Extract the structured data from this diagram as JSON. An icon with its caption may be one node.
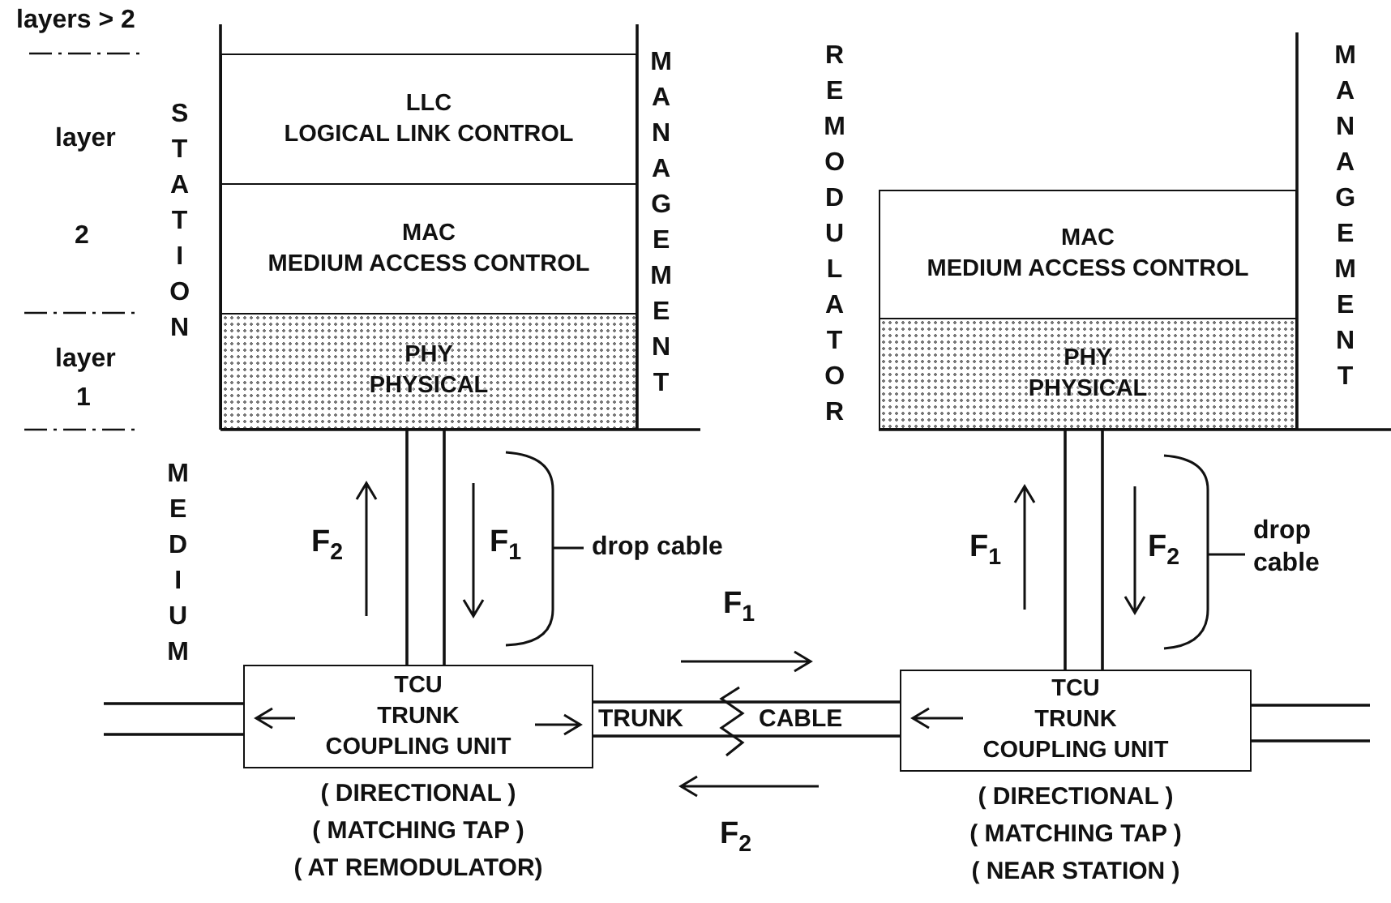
{
  "diagram": {
    "nodes": [
      {
        "text": [
          "LLC",
          "LOGICAL LINK CONTROL"
        ]
      },
      {
        "text": [
          "MAC",
          "MEDIUM ACCESS CONTROL"
        ]
      },
      {
        "text": [
          "PHY",
          "PHYSICAL"
        ]
      },
      {
        "text": [
          "MAC",
          "MEDIUM ACCESS CONTROL"
        ]
      },
      {
        "text": [
          "PHY",
          "PHYSICAL"
        ]
      },
      {
        "text": [
          "TCU",
          "TRUNK",
          "COUPLING UNIT"
        ],
        "beside": [
          "( DIRECTIONAL )",
          "( MATCHING TAP )",
          "( AT REMODULATOR)"
        ]
      },
      {
        "text": [
          "TCU",
          "TRUNK",
          "COUPLING UNIT"
        ],
        "beside": [
          "( DIRECTIONAL )",
          "( MATCHING TAP )",
          "( NEAR STATION )"
        ]
      }
    ],
    "edges": [
      {
        "from": 2,
        "to": 5,
        "arrow": "none"
      },
      {
        "from": 4,
        "to": 6,
        "arrow": "none"
      },
      {
        "from": 5,
        "to": 6,
        "arrow": "none"
      },
      {
        "from": null,
        "to": 5,
        "arrow": "none"
      },
      {
        "from": 6,
        "to": null,
        "arrow": "none"
      }
    ],
    "labels": [
      "layers > 2",
      "layer",
      "2",
      "layer",
      "1",
      "STATION",
      "MANAGEMENT",
      "REMODULATOR",
      "MANAGEMENT",
      "MEDIUM",
      "F$_{2}$",
      "F$_{1}$",
      "drop cable",
      "F$_{1}$",
      "F$_{2}$",
      "drop cable",
      "F$_{1}$",
      "TRUNK",
      "CABLE",
      "F$_{2}$"
    ]
  }
}
